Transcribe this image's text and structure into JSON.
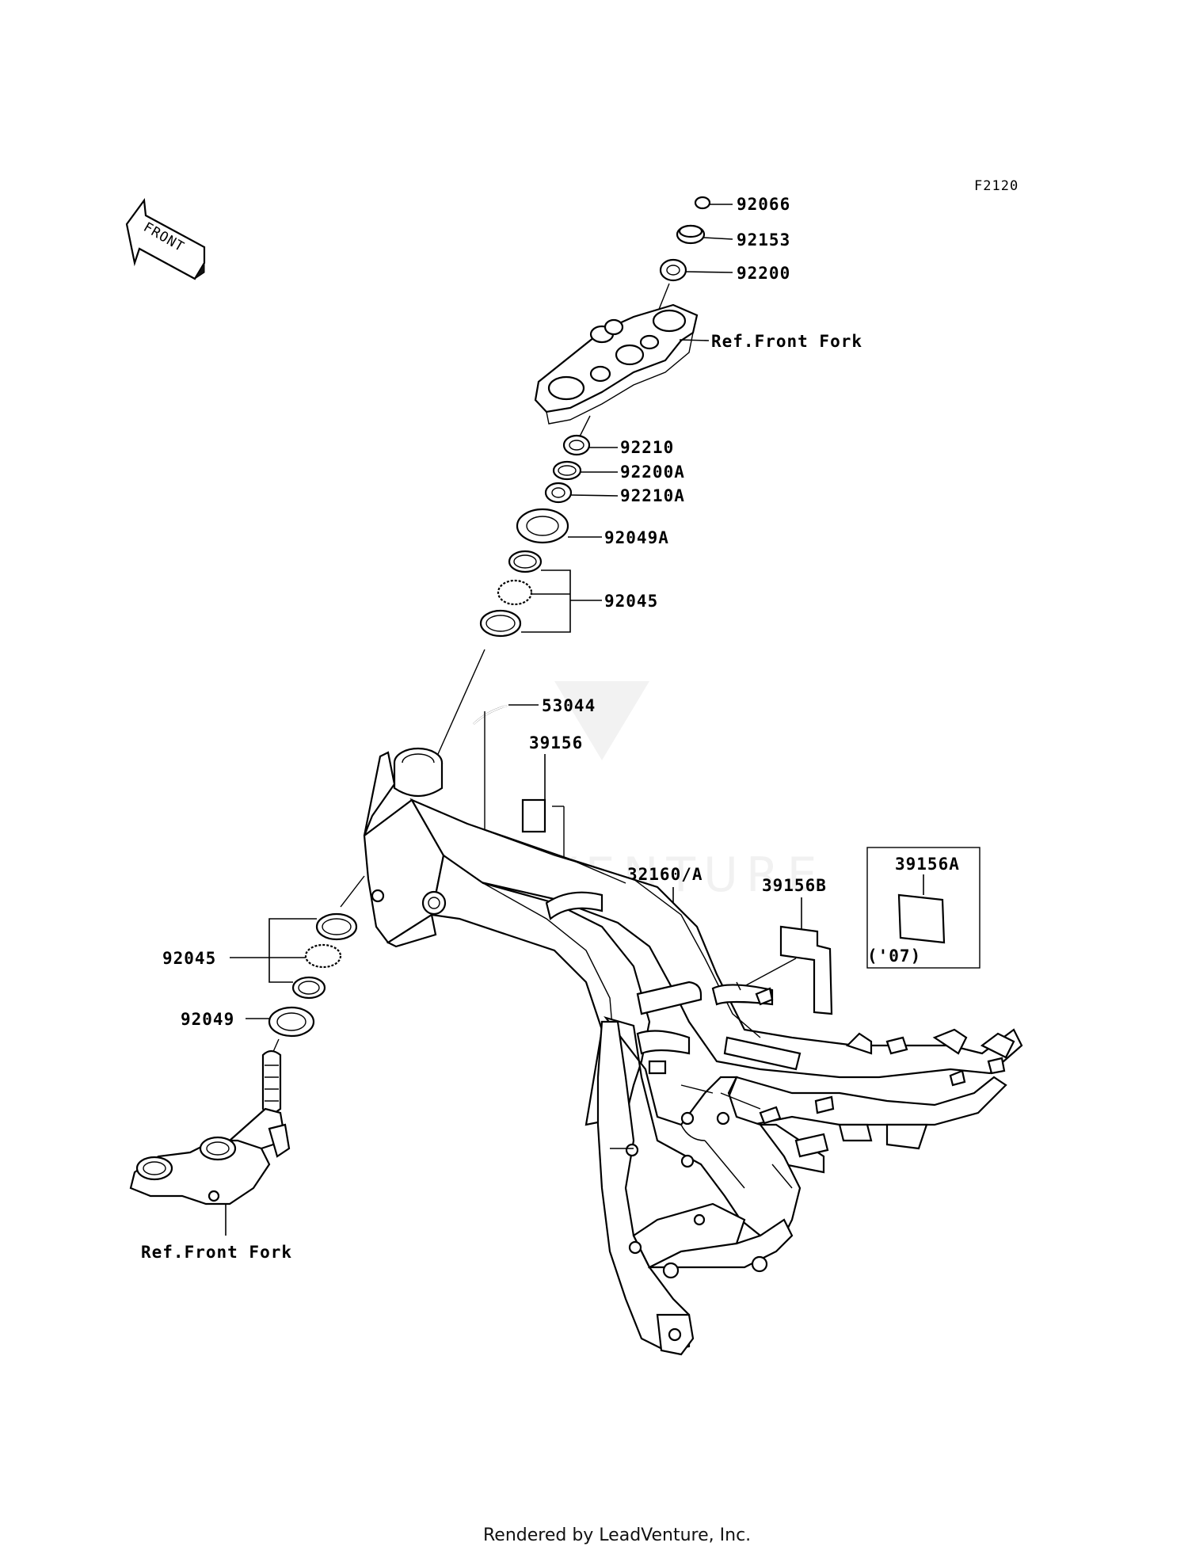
{
  "figure_code": "F2120",
  "front_arrow_label": "FRONT",
  "callouts": {
    "p92066": "92066",
    "p92153": "92153",
    "p92200": "92200",
    "ref_front_fork_top": "Ref.Front Fork",
    "p92210": "92210",
    "p92200A": "92200A",
    "p92210A": "92210A",
    "p92049A": "92049A",
    "p92045_top": "92045",
    "p53044": "53044",
    "p39156": "39156",
    "p32160A": "32160/A",
    "p39156B": "39156B",
    "p39156A": "39156A",
    "year_07": "('07)",
    "p92045_bottom": "92045",
    "p92049": "92049",
    "ref_front_fork_bottom": "Ref.Front Fork"
  },
  "watermark": "LEADVENTURE",
  "footer": "Rendered by LeadVenture, Inc."
}
